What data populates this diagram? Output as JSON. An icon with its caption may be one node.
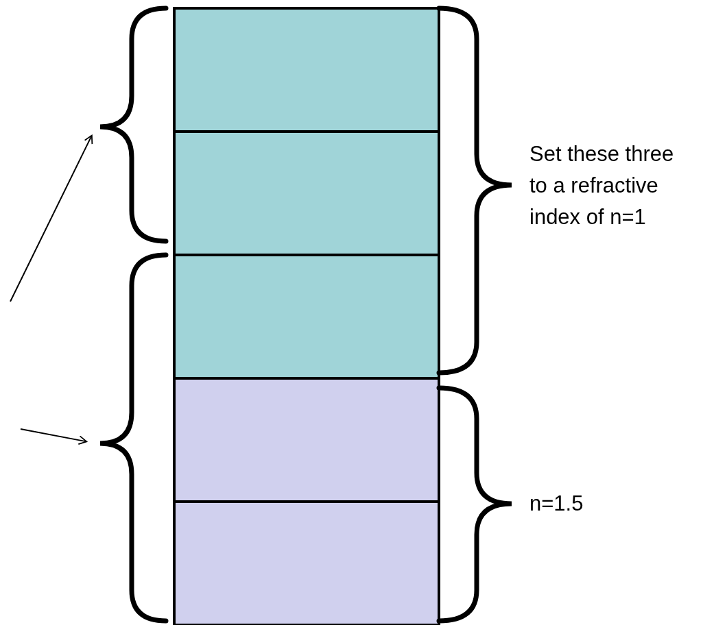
{
  "diagram": {
    "nodes": [
      {
        "text": [],
        "shape": "box"
      },
      {
        "text": [],
        "shape": "box"
      },
      {
        "text": [],
        "shape": "box"
      },
      {
        "text": [],
        "shape": "box"
      },
      {
        "text": [],
        "shape": "box"
      },
      {
        "text": [],
        "shape": "brace"
      },
      {
        "text": [],
        "shape": "brace"
      }
    ],
    "edges": [
      {
        "from": null,
        "to": 5,
        "arrow": "to"
      },
      {
        "from": null,
        "to": 6,
        "arrow": "to"
      }
    ],
    "labels": [
      "Set these three to a refractive index of n=1",
      "n=1.5"
    ]
  }
}
